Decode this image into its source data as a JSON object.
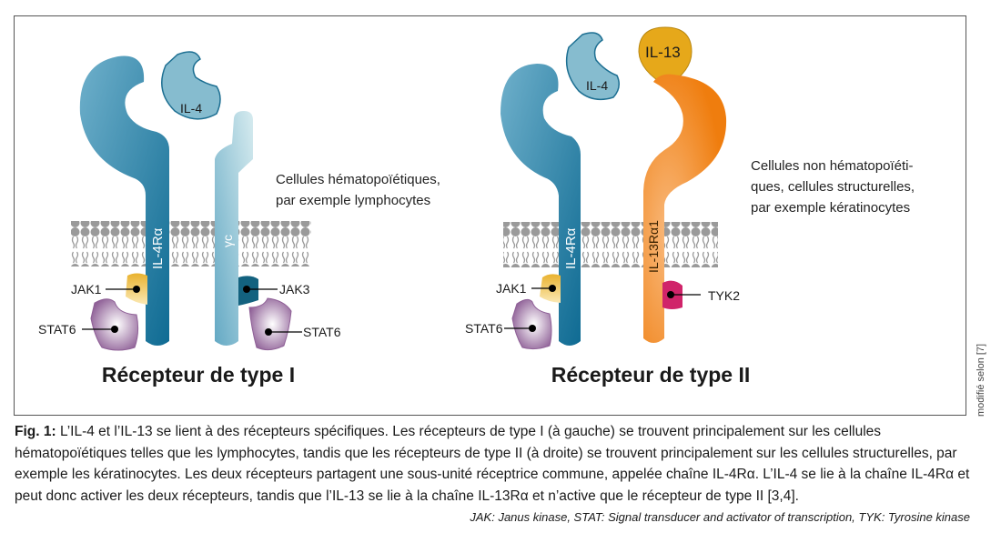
{
  "figure": {
    "type1": {
      "title": "Récepteur de type I",
      "cells": [
        "Cellules hématopoïétiques,",
        "par exemple lymphocytes"
      ],
      "ligand": "IL-4",
      "chain_a": "IL-4Rα",
      "chain_b": "γc",
      "jak_left": "JAK1",
      "jak_right": "JAK3",
      "stat_left": "STAT6",
      "stat_right": "STAT6"
    },
    "type2": {
      "title": "Récepteur de type II",
      "cells": [
        "Cellules non hématopoïéti-",
        "ques, cellules structurelles,",
        "par exemple kératinocytes"
      ],
      "ligand_a": "IL-4",
      "ligand_b": "IL-13",
      "chain_a": "IL-4Rα",
      "chain_b": "IL-13Rα1",
      "jak_left": "JAK1",
      "tyk": "TYK2",
      "stat_left": "STAT6"
    },
    "credit": "modifié selon [7]",
    "colors": {
      "il4r": "#1a7aa0",
      "gc": "#8fc3d6",
      "il13r": "#ef7d0e",
      "il13": "#e6a81a",
      "jak1": "#f2c45a",
      "jak3": "#13627f",
      "tyk2": "#d0246a",
      "stat6": "#9a6aa0",
      "membrane": "#9a9a9a"
    }
  },
  "caption": {
    "label": "Fig. 1:",
    "text": " L’IL-4 et l’IL-13 se lient à des récepteurs spécifiques. Les récepteurs de type I (à gauche) se trouvent principalement sur les cellules hématopoïétiques telles que les lymphocytes, tandis que les récepteurs de type II (à droite) se trouvent principalement sur les cellules structurelles, par exemple les kératinocytes. Les deux récepteurs partagent une sous-unité réceptrice commune, appelée chaîne IL-4Rα. L’IL-4 se lie à la chaîne IL-4Rα et peut donc activer les deux récepteurs, tandis que l’IL-13 se lie à la chaîne IL-13Rα et n’active que le récepteur de type II [3,4].",
    "abbreviations": "JAK: Janus kinase, STAT: Signal transducer and activator of transcription, TYK: Tyrosine kinase"
  }
}
